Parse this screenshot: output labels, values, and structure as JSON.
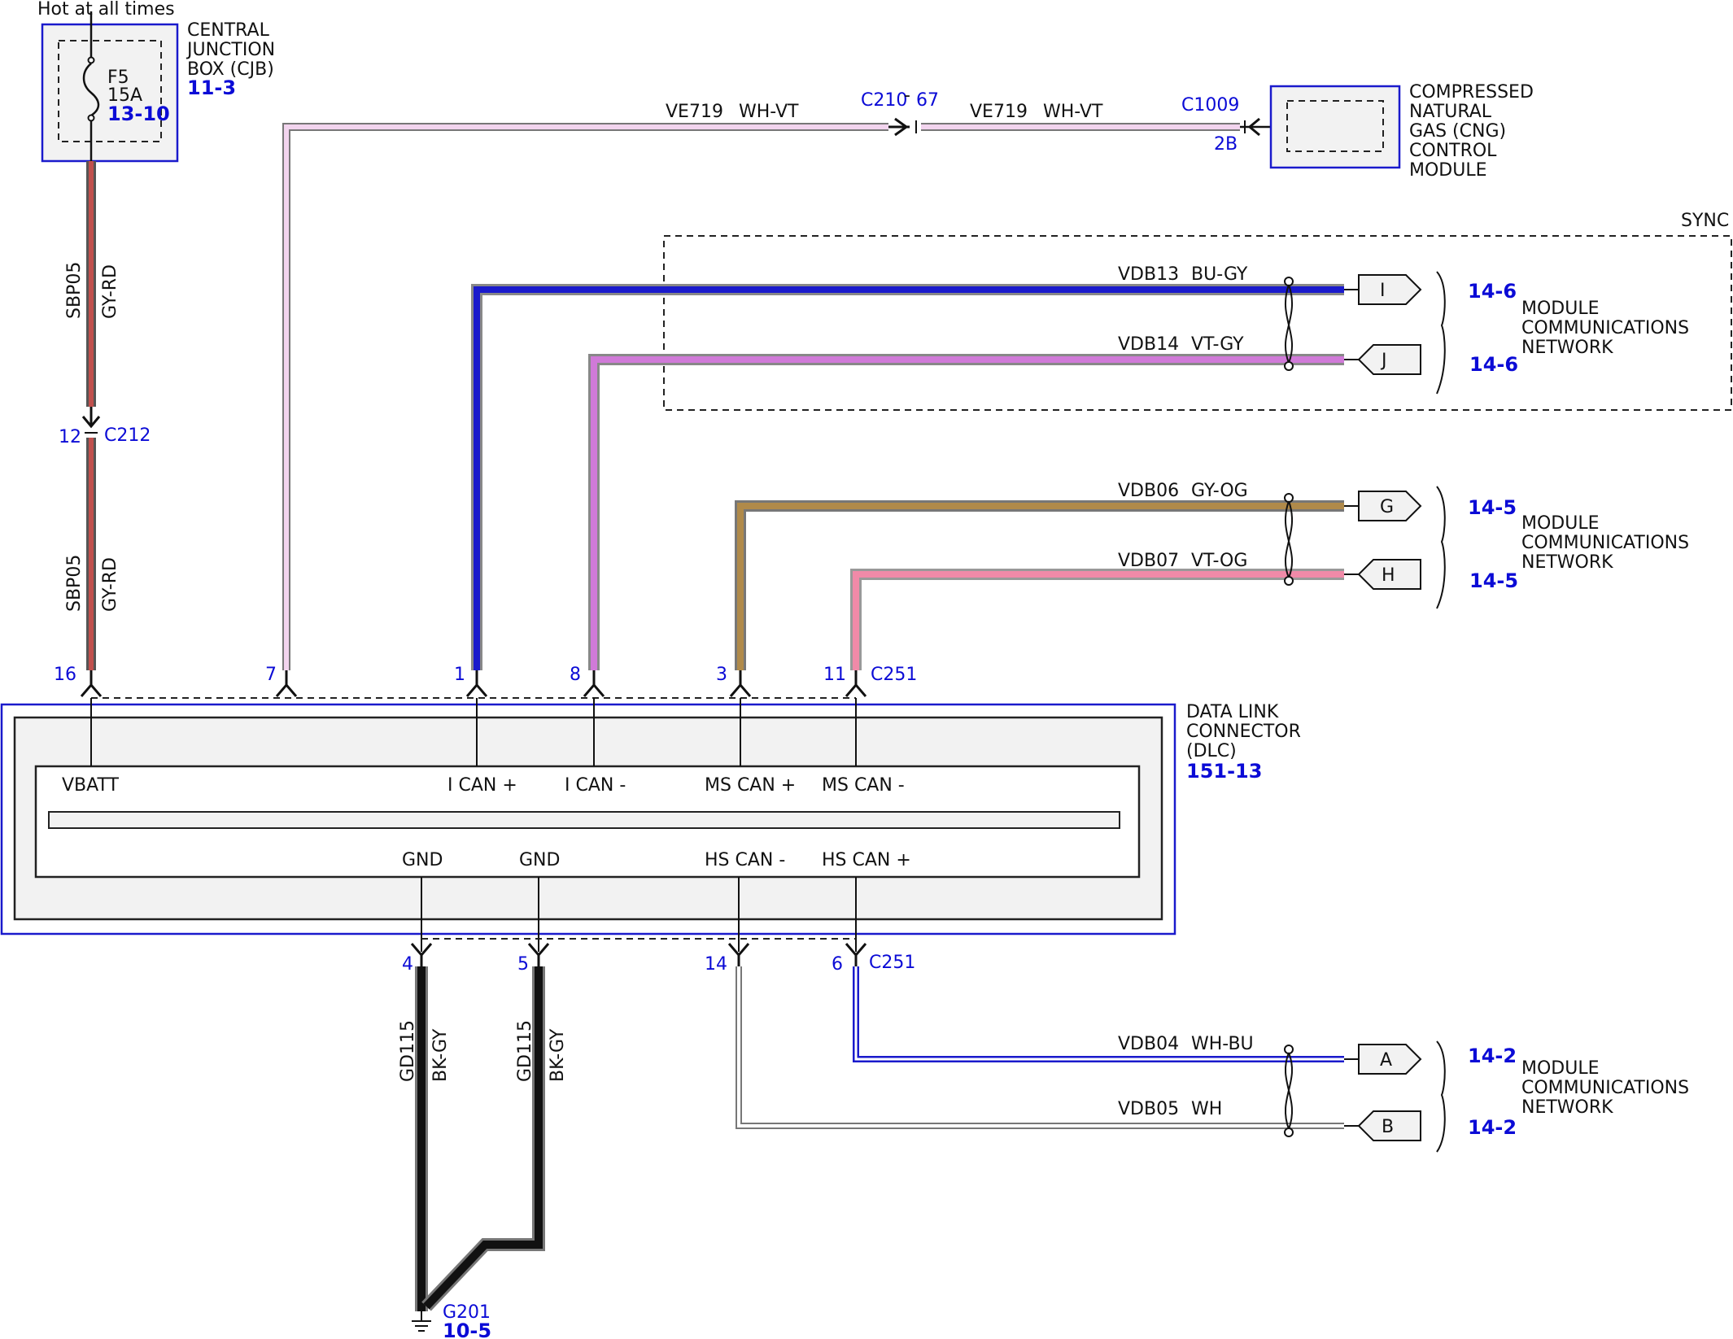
{
  "power": {
    "hot_label": "Hot at all times",
    "cjb_line1": "CENTRAL",
    "cjb_line2": "JUNCTION",
    "cjb_line3": "BOX (CJB)",
    "cjb_ref": "11-3",
    "fuse_id": "F5",
    "fuse_rating": "15A",
    "fuse_ref": "13-10"
  },
  "wires": {
    "sbp05_circuit": "SBP05",
    "sbp05_color": "GY-RD",
    "c212_pin": "12",
    "c212_name": "C212",
    "ve719_circuit": "VE719",
    "ve719_color": "WH-VT",
    "c210_name": "C210",
    "c210_pin": "67",
    "c1009_name": "C1009",
    "c1009_pin": "2B",
    "vdb13_circuit": "VDB13",
    "vdb13_color": "BU-GY",
    "vdb14_circuit": "VDB14",
    "vdb14_color": "VT-GY",
    "vdb06_circuit": "VDB06",
    "vdb06_color": "GY-OG",
    "vdb07_circuit": "VDB07",
    "vdb07_color": "VT-OG",
    "vdb04_circuit": "VDB04",
    "vdb04_color": "WH-BU",
    "vdb05_circuit": "VDB05",
    "vdb05_color": "WH",
    "gd115_circuit": "GD115",
    "gd115_color": "BK-GY"
  },
  "cng": {
    "line1": "COMPRESSED",
    "line2": "NATURAL",
    "line3": "GAS (CNG)",
    "line4": "CONTROL",
    "line5": "MODULE"
  },
  "sync_label": "SYNC",
  "network": {
    "line1": "MODULE",
    "line2": "COMMUNICATIONS",
    "line3": "NETWORK",
    "ref_14_6": "14-6",
    "ref_14_5": "14-5",
    "ref_14_2": "14-2",
    "conn_i": "I",
    "conn_j": "J",
    "conn_g": "G",
    "conn_h": "H",
    "conn_a": "A",
    "conn_b": "B"
  },
  "dlc": {
    "line1": "DATA LINK",
    "line2": "CONNECTOR",
    "line3": "(DLC)",
    "ref": "151-13",
    "connector": "C251",
    "pin_16": "16",
    "pin_7": "7",
    "pin_1": "1",
    "pin_8": "8",
    "pin_3": "3",
    "pin_11": "11",
    "pin_4": "4",
    "pin_5": "5",
    "pin_14": "14",
    "pin_6": "6",
    "vbatt": "VBATT",
    "ican_plus": "I CAN +",
    "ican_minus": "I CAN -",
    "mscan_plus": "MS CAN +",
    "mscan_minus": "MS CAN -",
    "gnd": "GND",
    "hscan_minus": "HS CAN -",
    "hscan_plus": "HS CAN +"
  },
  "ground": {
    "name": "G201",
    "ref": "10-5"
  },
  "colors": {
    "label_blue": "#0b0bd6",
    "gy_rd": "#c0504d",
    "bu_gy": "#1a1acc",
    "vt_gy": "#d07ad8",
    "gy_og": "#b08a4a",
    "vt_og": "#f08aa8",
    "wh_vt": "#f2d4ee",
    "bk_gy": "#111111"
  }
}
